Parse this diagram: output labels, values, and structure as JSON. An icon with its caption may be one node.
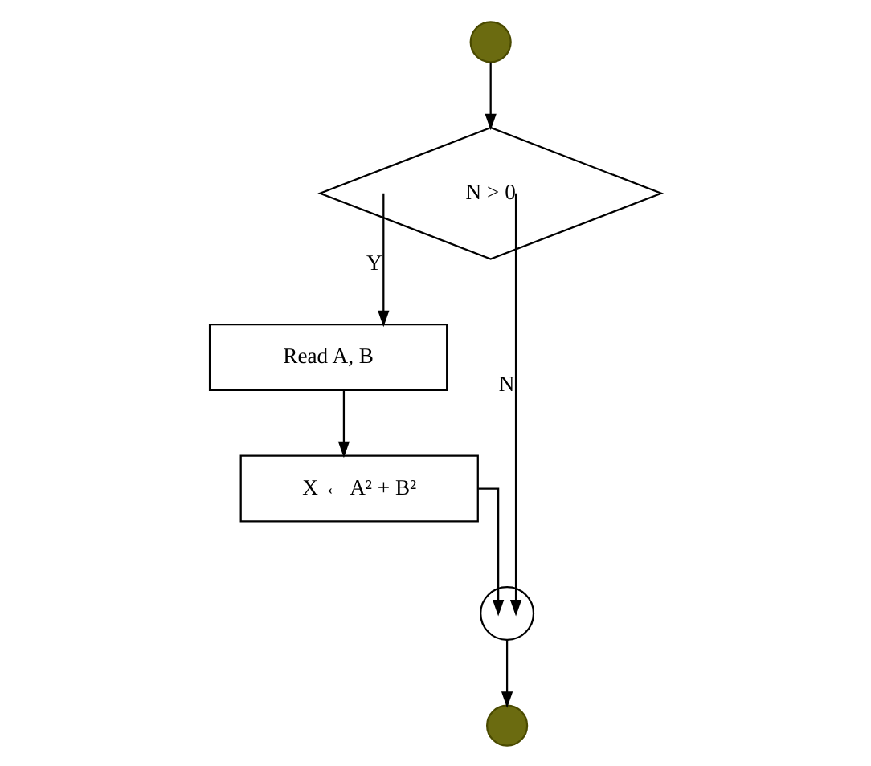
{
  "diagram": {
    "nodes": [
      {
        "text": [],
        "shape": "circle"
      },
      {
        "text": [
          "N > 0"
        ]
      },
      {
        "text": [
          "Read A, B"
        ]
      },
      {
        "text": [
          "X ← A² + B²"
        ]
      },
      {
        "text": [],
        "shape": "circle"
      },
      {
        "text": [],
        "shape": "circle"
      }
    ],
    "edges": [
      {
        "from": 0,
        "to": 1,
        "arrow": "to"
      },
      {
        "from": 1,
        "to": 2,
        "arrow": "to",
        "label": "Y"
      },
      {
        "from": 2,
        "to": 3,
        "arrow": "to"
      },
      {
        "from": 3,
        "to": 4,
        "arrow": "to"
      },
      {
        "from": 1,
        "to": 4,
        "arrow": "to",
        "label": "N"
      },
      {
        "from": 4,
        "to": 5,
        "arrow": "to"
      }
    ]
  }
}
